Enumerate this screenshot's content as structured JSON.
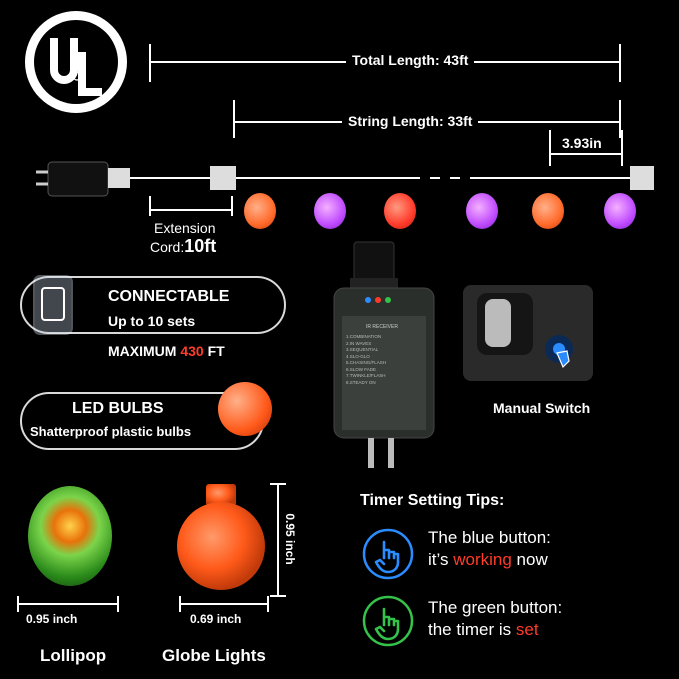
{
  "badge": {
    "logo_text": "UL"
  },
  "dimensions": {
    "total_length": "Total Length: 43ft",
    "string_length": "String Length: 33ft",
    "bulb_spacing": "3.93in",
    "extension_label": "Extension",
    "extension_cord_prefix": "Cord:",
    "extension_cord_value": "10ft"
  },
  "connectable": {
    "title": "CONNECTABLE",
    "subtitle": "Up to 10 sets",
    "max_prefix": "MAXIMUM",
    "max_value": "430",
    "max_unit": "FT"
  },
  "led_bulbs": {
    "title": "LED BULBS",
    "subtitle": "Shatterproof plastic bulbs"
  },
  "controller": {
    "label": "IR RECEIVER",
    "modes": [
      "1.COMBINATION",
      "2.IN WAVES",
      "3.SEQUENTIAL",
      "4.SLO-GLO",
      "5.CHASING/FLASH",
      "6.SLOW FADE",
      "7.TWINKLE/FLASH",
      "8.STEADY ON"
    ]
  },
  "manual_switch": {
    "label": "Manual Switch"
  },
  "sizes": {
    "lollipop_width": "0.95 inch",
    "globe_width": "0.69 inch",
    "globe_height": "0.95 inch",
    "lollipop_label": "Lollipop",
    "globe_label": "Globe Lights"
  },
  "timer": {
    "title": "Timer Setting Tips:",
    "blue_line1": "The blue button:",
    "blue_line2_prefix": "it’s",
    "blue_line2_highlight": "working",
    "blue_line2_suffix": "now",
    "green_line1": "The green button:",
    "green_line2_prefix": "the timer is",
    "green_line2_highlight": "set"
  },
  "colors": {
    "bulb_orange": "#ff6a2a",
    "bulb_purple": "#c04bff",
    "bulb_red": "#ff2a2a",
    "highlight_red": "#ff3b2a",
    "blue_accent": "#2b8cff",
    "green_accent": "#35c24a"
  }
}
